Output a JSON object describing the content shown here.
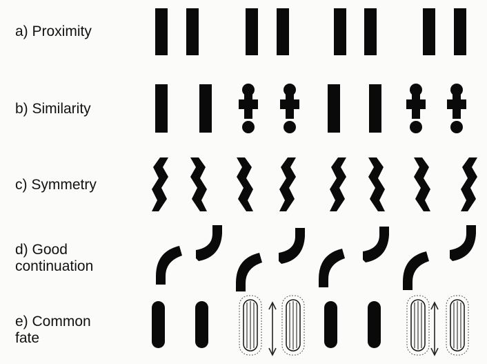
{
  "rows": [
    {
      "id": "a",
      "label": "a) Proximity"
    },
    {
      "id": "b",
      "label": "b) Similarity"
    },
    {
      "id": "c",
      "label": "c) Symmetry"
    },
    {
      "id": "d",
      "label": "d) Good\ncontinuation"
    },
    {
      "id": "e",
      "label": "e) Common\nfate"
    }
  ],
  "colors": {
    "ink": "#0a0a0a",
    "background": "#fbfbfa"
  },
  "icons": {
    "motion_arrow": "double-headed-vertical-arrow-icon"
  }
}
